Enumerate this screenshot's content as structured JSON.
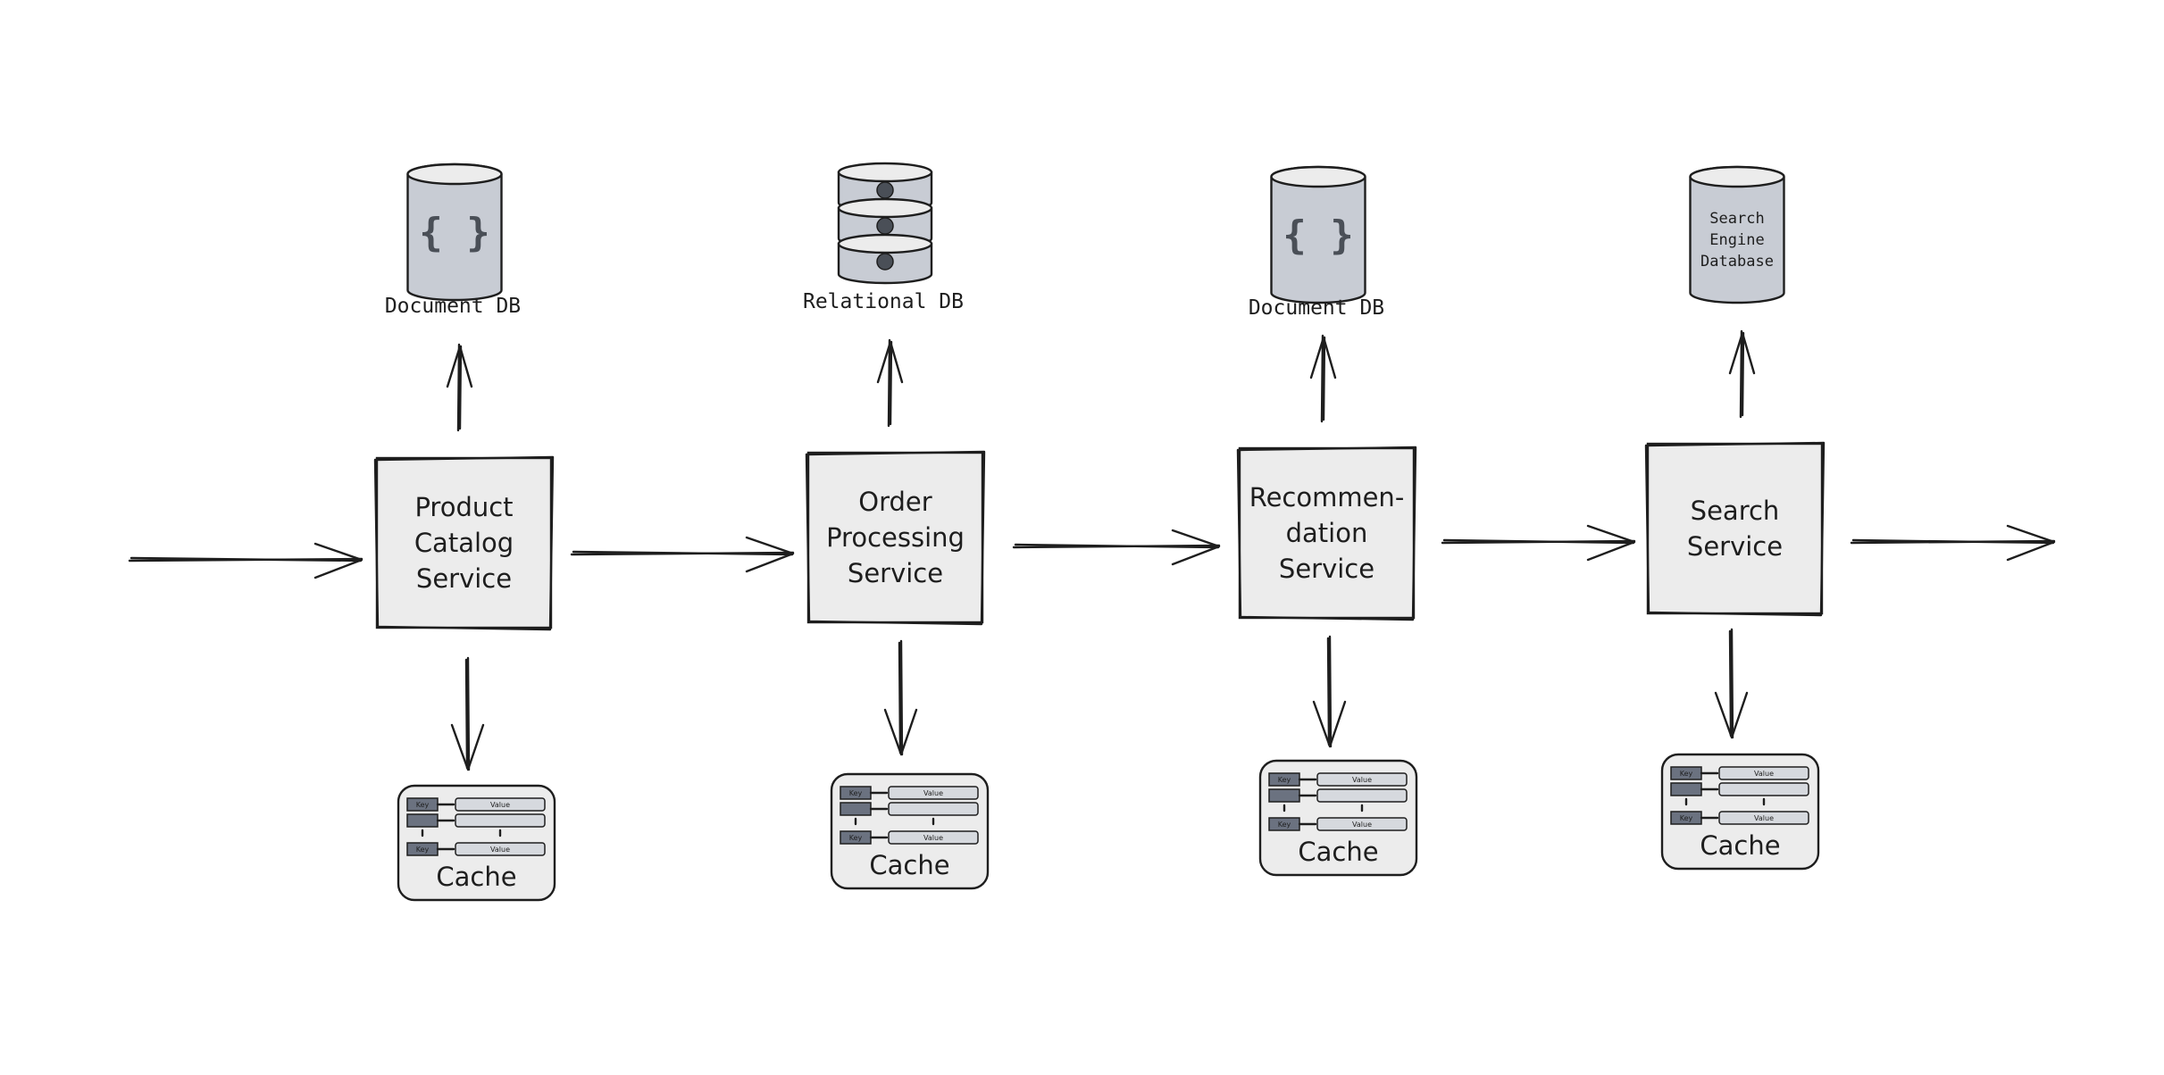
{
  "diagram": {
    "services": [
      {
        "id": "product",
        "lines": [
          "Product",
          "Catalog",
          "Service"
        ]
      },
      {
        "id": "order",
        "lines": [
          "Order",
          "Processing",
          "Service"
        ]
      },
      {
        "id": "recommendation",
        "lines": [
          "Recommen-",
          "dation",
          "Service"
        ]
      },
      {
        "id": "search",
        "lines": [
          "Search",
          "Service"
        ]
      }
    ],
    "databases": [
      {
        "label": "Document DB",
        "icon": "braces-icon",
        "inner": "{ }"
      },
      {
        "label": "Relational DB",
        "icon": "stacked-disks-icon",
        "inner": ""
      },
      {
        "label": "Document DB",
        "icon": "braces-icon",
        "inner": "{ }"
      },
      {
        "label": "",
        "icon": "search-db-icon",
        "inner_lines": [
          "Search",
          "Engine",
          "Database"
        ]
      }
    ],
    "caches": [
      {
        "label": "Cache",
        "key_text": "Key",
        "value_text": "Value"
      },
      {
        "label": "Cache",
        "key_text": "Key",
        "value_text": "Value"
      },
      {
        "label": "Cache",
        "key_text": "Key",
        "value_text": "Value"
      },
      {
        "label": "Cache",
        "key_text": "Key",
        "value_text": "Value"
      }
    ],
    "colors": {
      "stroke": "#1e1e1e",
      "box_fill": "#ececec",
      "db_fill": "#c8ccd4",
      "key_fill": "#6b7280",
      "value_fill": "#d6d9de"
    }
  }
}
